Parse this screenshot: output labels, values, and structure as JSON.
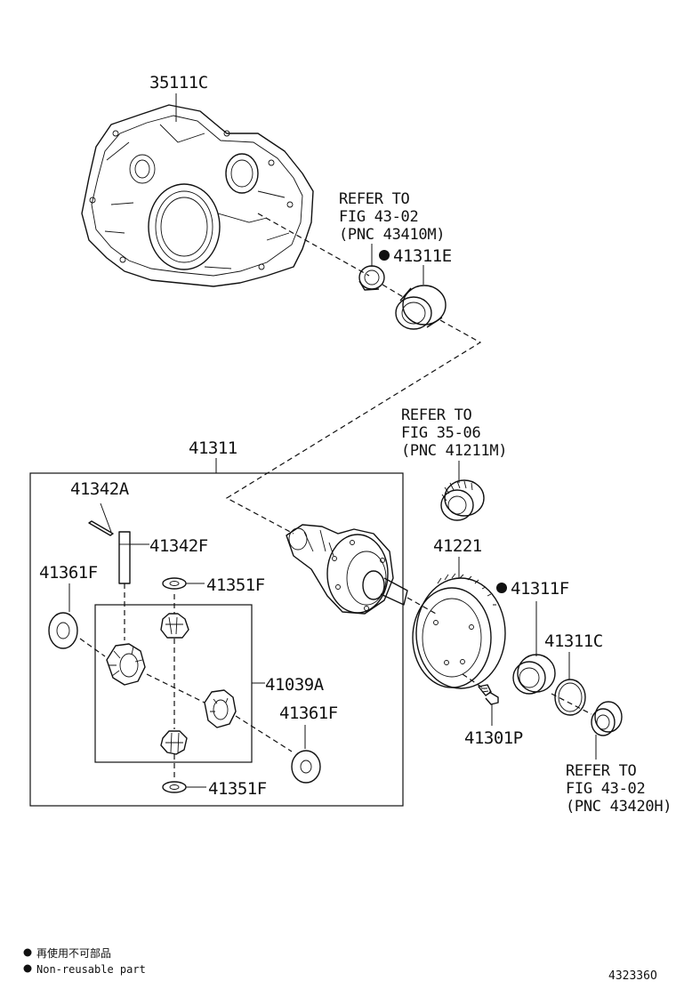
{
  "parts": {
    "p35111C": "35111C",
    "p41311E": "41311E",
    "p41311": "41311",
    "p41342A": "41342A",
    "p41342F": "41342F",
    "p41351F_top": "41351F",
    "p41361F_left": "41361F",
    "p41039A": "41039A",
    "p41361F_right": "41361F",
    "p41351F_bottom": "41351F",
    "p41221": "41221",
    "p41311F": "41311F",
    "p41311C": "41311C",
    "p41301P": "41301P"
  },
  "refs": {
    "ref1": [
      "REFER TO",
      "FIG 43-02",
      "(PNC 43410M)"
    ],
    "ref2": [
      "REFER TO",
      "FIG 35-06",
      "(PNC 41211M)"
    ],
    "ref3": [
      "REFER TO",
      "FIG 43-02",
      "(PNC 43420H)"
    ]
  },
  "legend": {
    "line1": "再使用不可部品",
    "line2": "Non-reusable part"
  },
  "figure_id": "432336O",
  "colors": {
    "ink": "#111111",
    "background": "#ffffff"
  }
}
